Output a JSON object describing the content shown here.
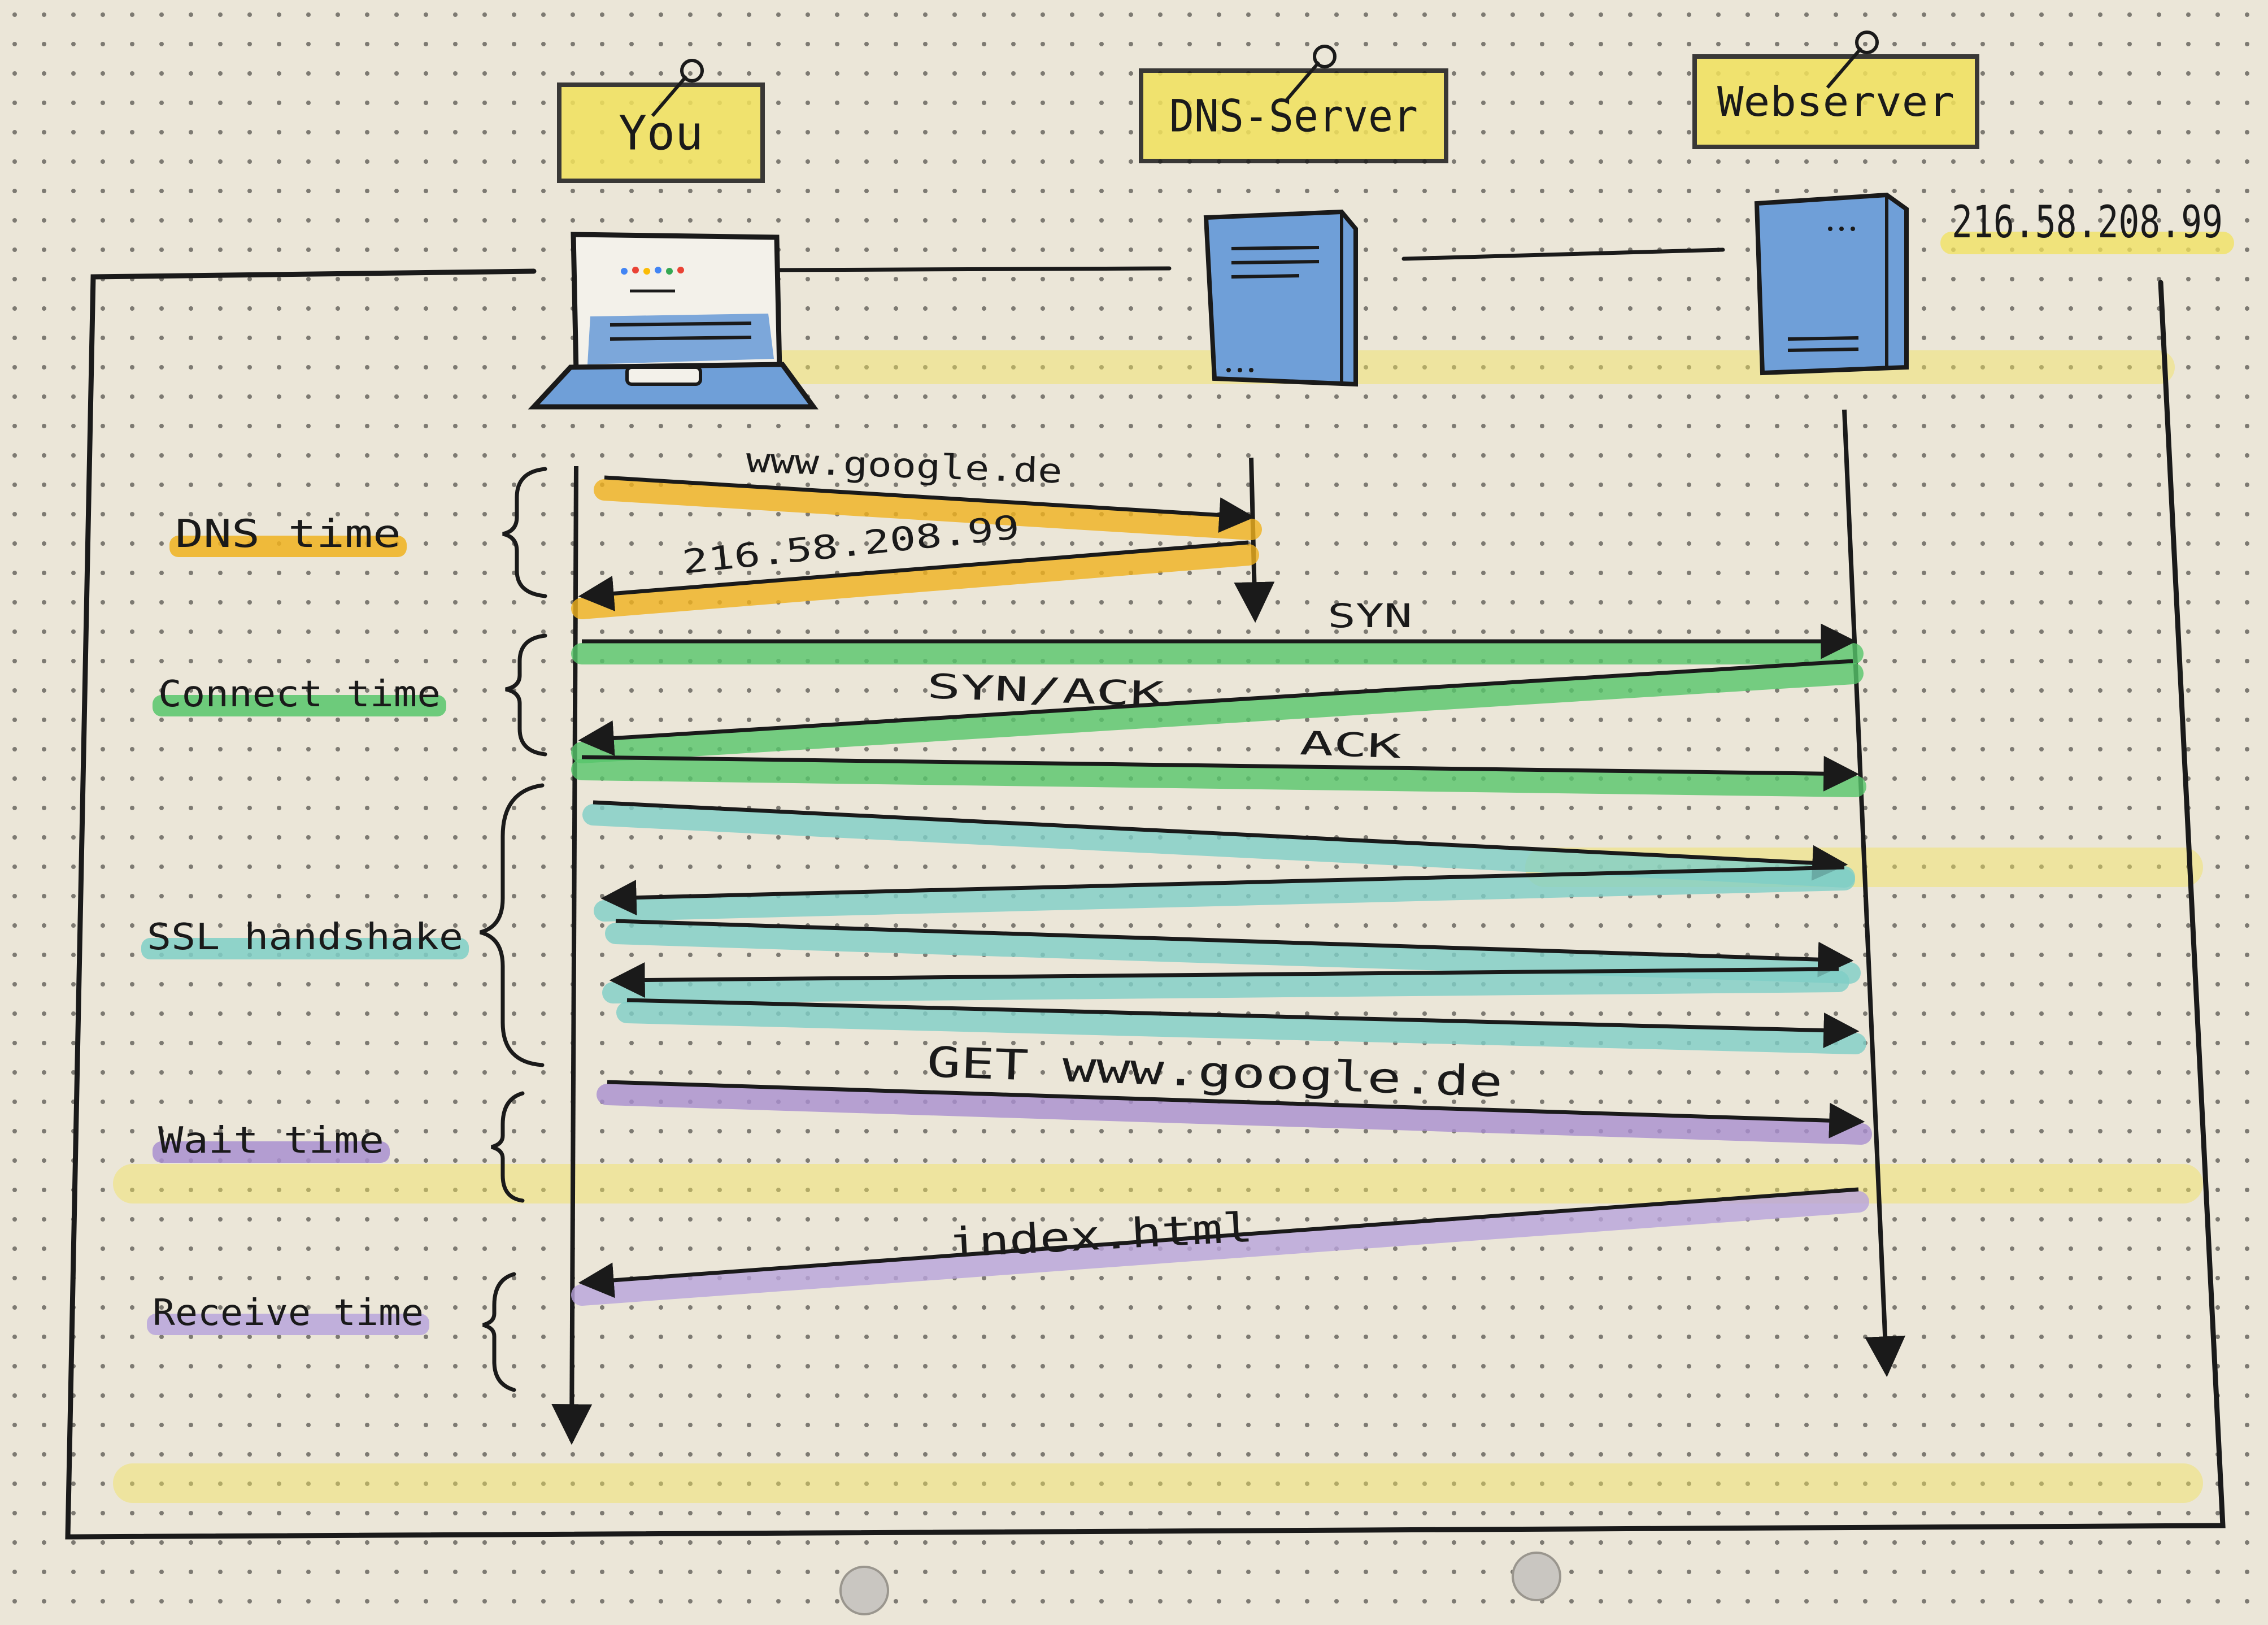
{
  "colors": {
    "paper": "#ebe6d8",
    "ink": "#1a1a1a",
    "dns": "#f0b21e",
    "connect": "#57c66b",
    "ssl": "#7fcfc7",
    "wait": "#a98fd0",
    "receive": "#b9a4dc",
    "highlight": "#f2e25c",
    "server_blue": "#6f9fd8"
  },
  "actors": [
    {
      "id": "you",
      "label": "You",
      "icon": "laptop-icon"
    },
    {
      "id": "dns",
      "label": "DNS-Server",
      "icon": "server-icon"
    },
    {
      "id": "web",
      "label": "Webserver",
      "icon": "server-icon"
    }
  ],
  "webserver_ip": "216.58.208.99",
  "phases": [
    {
      "id": "dns",
      "label": "DNS time"
    },
    {
      "id": "connect",
      "label": "Connect time"
    },
    {
      "id": "ssl",
      "label": "SSL handshake"
    },
    {
      "id": "wait",
      "label": "Wait time"
    },
    {
      "id": "receive",
      "label": "Receive time"
    }
  ],
  "messages": [
    {
      "from": "you",
      "to": "dns",
      "label": "www.google.de",
      "phase": "dns"
    },
    {
      "from": "dns",
      "to": "you",
      "label": "216.58.208.99",
      "phase": "dns"
    },
    {
      "from": "you",
      "to": "web",
      "label": "SYN",
      "phase": "connect"
    },
    {
      "from": "web",
      "to": "you",
      "label": "SYN/ACK",
      "phase": "connect"
    },
    {
      "from": "you",
      "to": "web",
      "label": "ACK",
      "phase": "connect"
    },
    {
      "from": "you",
      "to": "web",
      "label": "",
      "phase": "ssl"
    },
    {
      "from": "web",
      "to": "you",
      "label": "",
      "phase": "ssl"
    },
    {
      "from": "you",
      "to": "web",
      "label": "",
      "phase": "ssl"
    },
    {
      "from": "web",
      "to": "you",
      "label": "",
      "phase": "ssl"
    },
    {
      "from": "you",
      "to": "web",
      "label": "",
      "phase": "ssl"
    },
    {
      "from": "you",
      "to": "web",
      "label": "GET www.google.de",
      "phase": "wait"
    },
    {
      "from": "web",
      "to": "you",
      "label": "index.html",
      "phase": "receive"
    }
  ]
}
